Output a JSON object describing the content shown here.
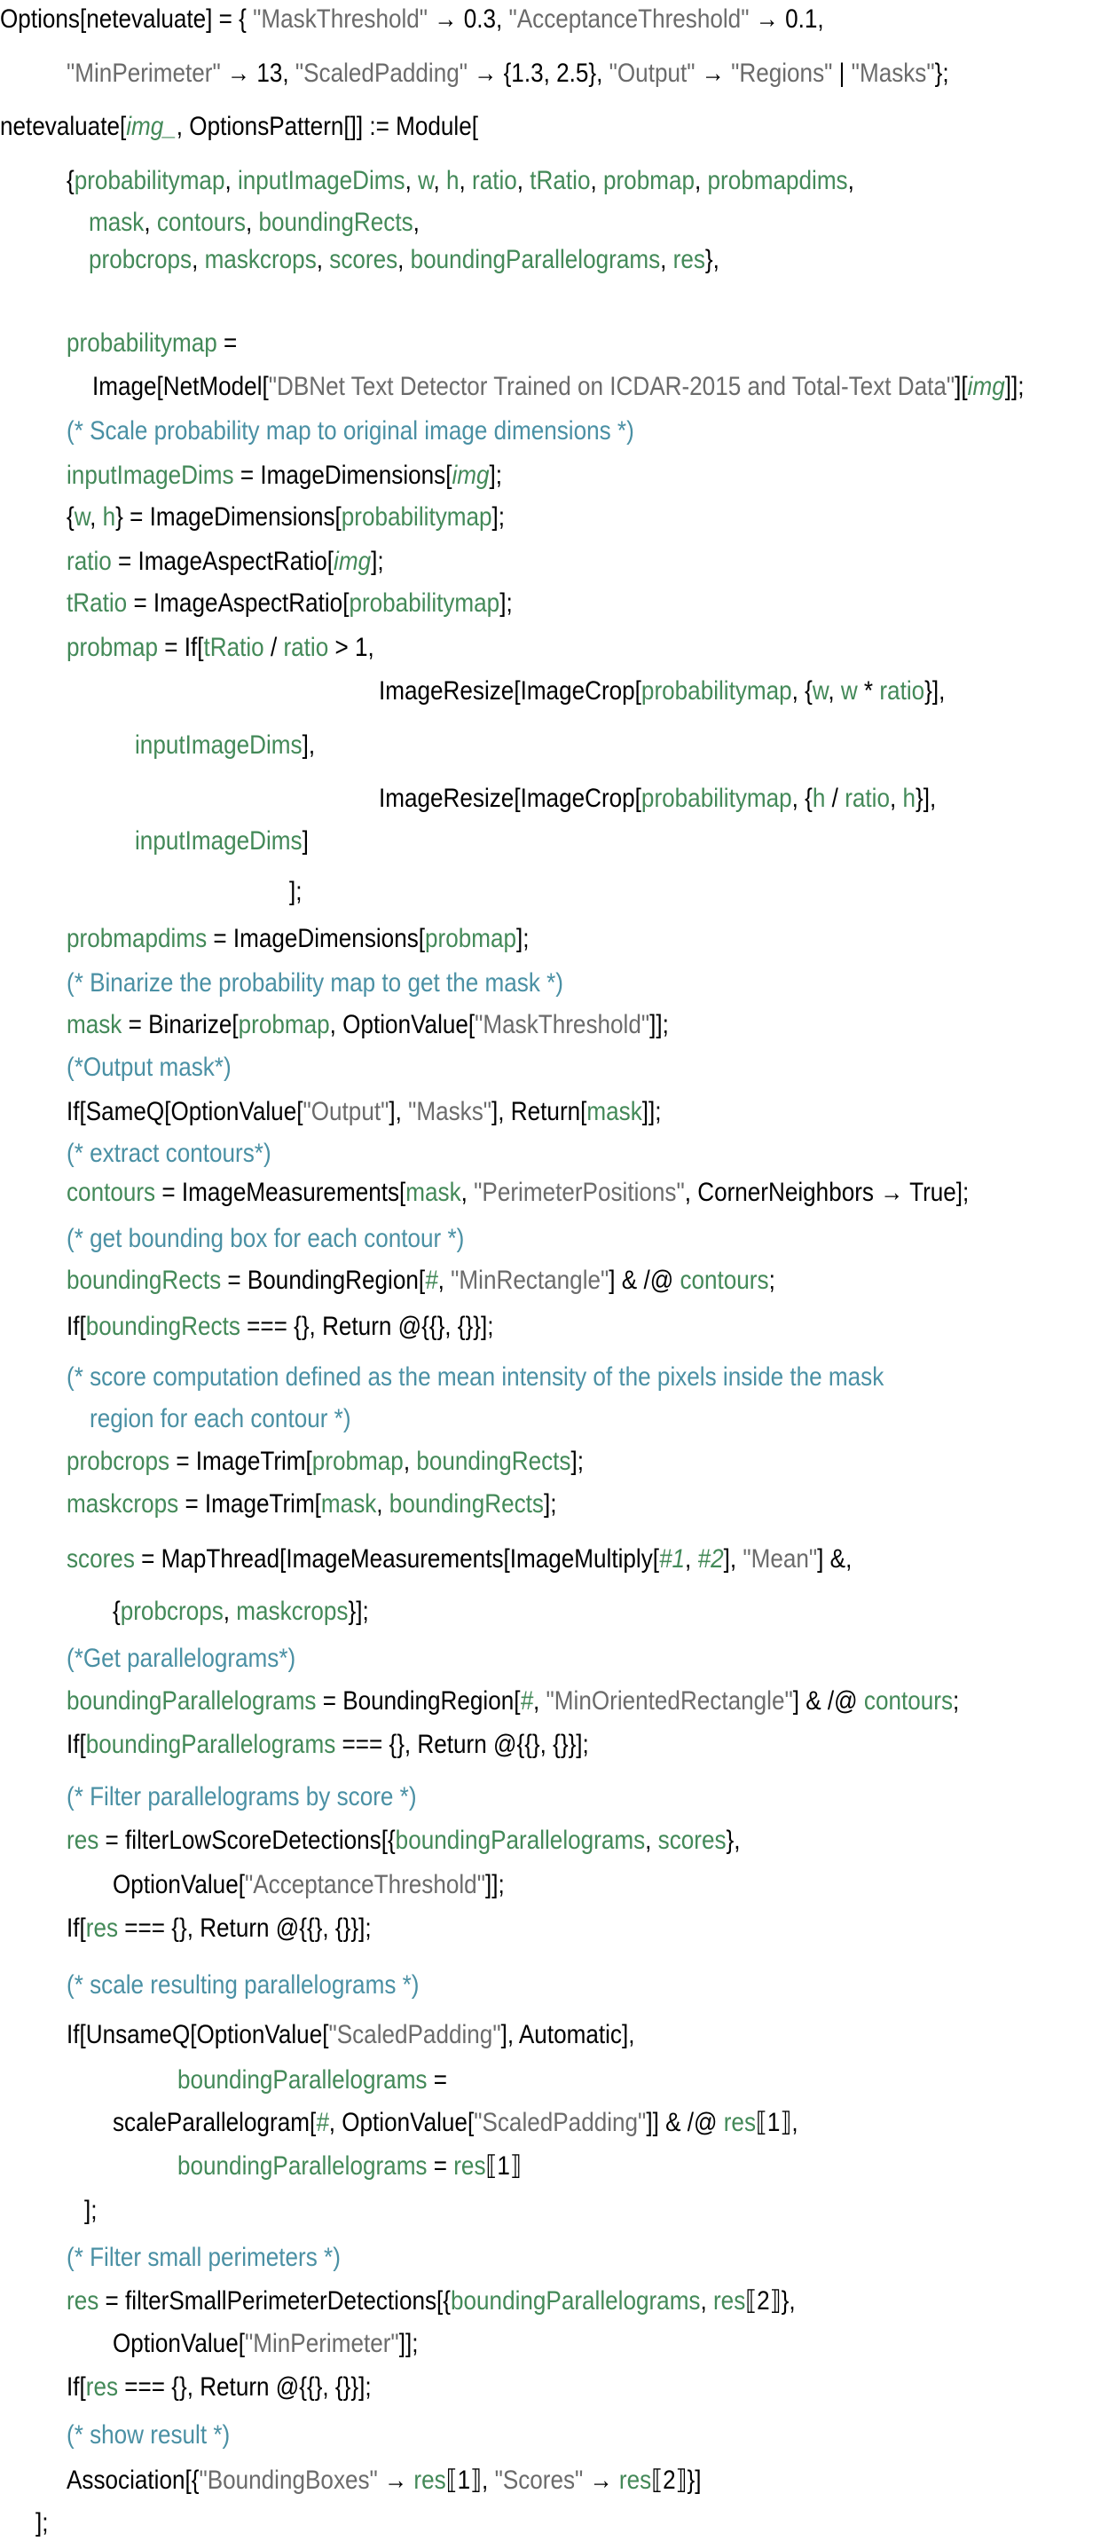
{
  "colors": {
    "symbol": "#000000",
    "variable": "#438958",
    "string": "#6b6b6b",
    "comment": "#4a90a4"
  },
  "code": {
    "lines": [
      [
        [
          "k",
          "Options[netevaluate] = { "
        ],
        [
          "s",
          "\"MaskThreshold\""
        ],
        [
          "k",
          " → 0.3, "
        ],
        [
          "s",
          "\"AcceptanceThreshold\""
        ],
        [
          "k",
          " → 0.1,"
        ]
      ],
      [
        [
          "s",
          "\"MinPerimeter\""
        ],
        [
          "k",
          " → 13, "
        ],
        [
          "s",
          "\"ScaledPadding\""
        ],
        [
          "k",
          " → {1.3, 2.5}, "
        ],
        [
          "s",
          "\"Output\""
        ],
        [
          "k",
          " → "
        ],
        [
          "s",
          "\"Regions\""
        ],
        [
          "k",
          " | "
        ],
        [
          "s",
          "\"Masks\""
        ],
        [
          "k",
          "};"
        ]
      ],
      [
        [
          "k",
          "netevaluate["
        ],
        [
          "vi",
          "img_"
        ],
        [
          "k",
          ", OptionsPattern[]] := Module["
        ]
      ],
      [
        [
          "k",
          "{"
        ],
        [
          "v",
          "probabilitymap"
        ],
        [
          "k",
          ", "
        ],
        [
          "v",
          "inputImageDims"
        ],
        [
          "k",
          ", "
        ],
        [
          "v",
          "w"
        ],
        [
          "k",
          ", "
        ],
        [
          "v",
          "h"
        ],
        [
          "k",
          ", "
        ],
        [
          "v",
          "ratio"
        ],
        [
          "k",
          ", "
        ],
        [
          "v",
          "tRatio"
        ],
        [
          "k",
          ", "
        ],
        [
          "v",
          "probmap"
        ],
        [
          "k",
          ", "
        ],
        [
          "v",
          "probmapdims"
        ],
        [
          "k",
          ","
        ]
      ],
      [
        [
          "v",
          "mask"
        ],
        [
          "k",
          ", "
        ],
        [
          "v",
          "contours"
        ],
        [
          "k",
          ", "
        ],
        [
          "v",
          "boundingRects"
        ],
        [
          "k",
          ","
        ]
      ],
      [
        [
          "v",
          "probcrops"
        ],
        [
          "k",
          ", "
        ],
        [
          "v",
          "maskcrops"
        ],
        [
          "k",
          ", "
        ],
        [
          "v",
          "scores"
        ],
        [
          "k",
          ", "
        ],
        [
          "v",
          "boundingParallelograms"
        ],
        [
          "k",
          ", "
        ],
        [
          "v",
          "res"
        ],
        [
          "k",
          "},"
        ]
      ],
      [
        [
          "v",
          "probabilitymap"
        ],
        [
          "k",
          " ="
        ]
      ],
      [
        [
          "k",
          "Image[NetModel["
        ],
        [
          "s",
          "\"DBNet Text Detector Trained on ICDAR-2015 and Total-Text Data\""
        ],
        [
          "k",
          "]["
        ],
        [
          "vi",
          "img"
        ],
        [
          "k",
          "]];"
        ]
      ],
      [
        [
          "c",
          "(* Scale probability map to original image dimensions *)"
        ]
      ],
      [
        [
          "v",
          "inputImageDims"
        ],
        [
          "k",
          " = ImageDimensions["
        ],
        [
          "vi",
          "img"
        ],
        [
          "k",
          "];"
        ]
      ],
      [
        [
          "k",
          "{"
        ],
        [
          "v",
          "w"
        ],
        [
          "k",
          ", "
        ],
        [
          "v",
          "h"
        ],
        [
          "k",
          "} = ImageDimensions["
        ],
        [
          "v",
          "probabilitymap"
        ],
        [
          "k",
          "];"
        ]
      ],
      [
        [
          "v",
          "ratio"
        ],
        [
          "k",
          " = ImageAspectRatio["
        ],
        [
          "vi",
          "img"
        ],
        [
          "k",
          "];"
        ]
      ],
      [
        [
          "v",
          "tRatio"
        ],
        [
          "k",
          " = ImageAspectRatio["
        ],
        [
          "v",
          "probabilitymap"
        ],
        [
          "k",
          "];"
        ]
      ],
      [
        [
          "v",
          "probmap"
        ],
        [
          "k",
          " = If["
        ],
        [
          "v",
          "tRatio"
        ],
        [
          "k",
          " / "
        ],
        [
          "v",
          "ratio"
        ],
        [
          "k",
          " > 1,"
        ]
      ],
      [
        [
          "k",
          "ImageResize[ImageCrop["
        ],
        [
          "v",
          "probabilitymap"
        ],
        [
          "k",
          ", {"
        ],
        [
          "v",
          "w"
        ],
        [
          "k",
          ", "
        ],
        [
          "v",
          "w"
        ],
        [
          "k",
          " * "
        ],
        [
          "v",
          "ratio"
        ],
        [
          "k",
          "}],"
        ]
      ],
      [
        [
          "v",
          "inputImageDims"
        ],
        [
          "k",
          "],"
        ]
      ],
      [
        [
          "k",
          "ImageResize[ImageCrop["
        ],
        [
          "v",
          "probabilitymap"
        ],
        [
          "k",
          ", {"
        ],
        [
          "v",
          "h"
        ],
        [
          "k",
          " / "
        ],
        [
          "v",
          "ratio"
        ],
        [
          "k",
          ", "
        ],
        [
          "v",
          "h"
        ],
        [
          "k",
          "}],"
        ]
      ],
      [
        [
          "v",
          "inputImageDims"
        ],
        [
          "k",
          "]"
        ]
      ],
      [
        [
          "k",
          "];"
        ]
      ],
      [
        [
          "v",
          "probmapdims"
        ],
        [
          "k",
          " = ImageDimensions["
        ],
        [
          "v",
          "probmap"
        ],
        [
          "k",
          "];"
        ]
      ],
      [
        [
          "c",
          "(* Binarize the probability map to get the mask *)"
        ]
      ],
      [
        [
          "v",
          "mask"
        ],
        [
          "k",
          " = Binarize["
        ],
        [
          "v",
          "probmap"
        ],
        [
          "k",
          ", OptionValue["
        ],
        [
          "s",
          "\"MaskThreshold\""
        ],
        [
          "k",
          "]];"
        ]
      ],
      [
        [
          "c",
          "(*Output mask*)"
        ]
      ],
      [
        [
          "k",
          "If[SameQ[OptionValue["
        ],
        [
          "s",
          "\"Output\""
        ],
        [
          "k",
          "], "
        ],
        [
          "s",
          "\"Masks\""
        ],
        [
          "k",
          "], Return["
        ],
        [
          "v",
          "mask"
        ],
        [
          "k",
          "]];"
        ]
      ],
      [
        [
          "c",
          "(* extract contours*)"
        ]
      ],
      [
        [
          "v",
          "contours"
        ],
        [
          "k",
          " = ImageMeasurements["
        ],
        [
          "v",
          "mask"
        ],
        [
          "k",
          ", "
        ],
        [
          "s",
          "\"PerimeterPositions\""
        ],
        [
          "k",
          ", CornerNeighbors → True];"
        ]
      ],
      [
        [
          "c",
          "(* get bounding box for each contour *)"
        ]
      ],
      [
        [
          "v",
          "boundingRects"
        ],
        [
          "k",
          " = BoundingRegion["
        ],
        [
          "vi",
          "#"
        ],
        [
          "k",
          ", "
        ],
        [
          "s",
          "\"MinRectangle\""
        ],
        [
          "k",
          "] & /@ "
        ],
        [
          "v",
          "contours"
        ],
        [
          "k",
          ";"
        ]
      ],
      [
        [
          "k",
          "If["
        ],
        [
          "v",
          "boundingRects"
        ],
        [
          "k",
          " === {}, Return @{{}, {}}];"
        ]
      ],
      [
        [
          "c",
          "(* score computation defined as the mean intensity of the pixels inside the mask"
        ]
      ],
      [
        [
          "c",
          "region for each contour *)"
        ]
      ],
      [
        [
          "v",
          "probcrops"
        ],
        [
          "k",
          " = ImageTrim["
        ],
        [
          "v",
          "probmap"
        ],
        [
          "k",
          ", "
        ],
        [
          "v",
          "boundingRects"
        ],
        [
          "k",
          "];"
        ]
      ],
      [
        [
          "v",
          "maskcrops"
        ],
        [
          "k",
          " = ImageTrim["
        ],
        [
          "v",
          "mask"
        ],
        [
          "k",
          ", "
        ],
        [
          "v",
          "boundingRects"
        ],
        [
          "k",
          "];"
        ]
      ],
      [
        [
          "v",
          "scores"
        ],
        [
          "k",
          " = MapThread[ImageMeasurements[ImageMultiply["
        ],
        [
          "vi",
          "#1"
        ],
        [
          "k",
          ", "
        ],
        [
          "vi",
          "#2"
        ],
        [
          "k",
          "], "
        ],
        [
          "s",
          "\"Mean\""
        ],
        [
          "k",
          "] &,"
        ]
      ],
      [
        [
          "k",
          "{"
        ],
        [
          "v",
          "probcrops"
        ],
        [
          "k",
          ", "
        ],
        [
          "v",
          "maskcrops"
        ],
        [
          "k",
          "}];"
        ]
      ],
      [
        [
          "c",
          "(*Get parallelograms*)"
        ]
      ],
      [
        [
          "v",
          "boundingParallelograms"
        ],
        [
          "k",
          " = BoundingRegion["
        ],
        [
          "vi",
          "#"
        ],
        [
          "k",
          ", "
        ],
        [
          "s",
          "\"MinOrientedRectangle\""
        ],
        [
          "k",
          "] & /@ "
        ],
        [
          "v",
          "contours"
        ],
        [
          "k",
          ";"
        ]
      ],
      [
        [
          "k",
          "If["
        ],
        [
          "v",
          "boundingParallelograms"
        ],
        [
          "k",
          " === {}, Return @{{}, {}}];"
        ]
      ],
      [
        [
          "c",
          "(* Filter parallelograms by score *)"
        ]
      ],
      [
        [
          "v",
          "res"
        ],
        [
          "k",
          " = filterLowScoreDetections[{"
        ],
        [
          "v",
          "boundingParallelograms"
        ],
        [
          "k",
          ", "
        ],
        [
          "v",
          "scores"
        ],
        [
          "k",
          "},"
        ]
      ],
      [
        [
          "k",
          "OptionValue["
        ],
        [
          "s",
          "\"AcceptanceThreshold\""
        ],
        [
          "k",
          "]];"
        ]
      ],
      [
        [
          "k",
          "If["
        ],
        [
          "v",
          "res"
        ],
        [
          "k",
          " === {}, Return @{{}, {}}];"
        ]
      ],
      [
        [
          "c",
          "(* scale resulting parallelograms *)"
        ]
      ],
      [
        [
          "k",
          "If[UnsameQ[OptionValue["
        ],
        [
          "s",
          "\"ScaledPadding\""
        ],
        [
          "k",
          "], Automatic],"
        ]
      ],
      [
        [
          "v",
          "boundingParallelograms"
        ],
        [
          "k",
          " ="
        ]
      ],
      [
        [
          "k",
          "scaleParallelogram["
        ],
        [
          "vi",
          "#"
        ],
        [
          "k",
          ", OptionValue["
        ],
        [
          "s",
          "\"ScaledPadding\""
        ],
        [
          "k",
          "]] & /@ "
        ],
        [
          "v",
          "res"
        ],
        [
          "k",
          "⟦1⟧,"
        ]
      ],
      [
        [
          "v",
          "boundingParallelograms"
        ],
        [
          "k",
          " = "
        ],
        [
          "v",
          "res"
        ],
        [
          "k",
          "⟦1⟧"
        ]
      ],
      [
        [
          "k",
          "];"
        ]
      ],
      [
        [
          "c",
          "(* Filter small perimeters *)"
        ]
      ],
      [
        [
          "v",
          "res"
        ],
        [
          "k",
          " = filterSmallPerimeterDetections[{"
        ],
        [
          "v",
          "boundingParallelograms"
        ],
        [
          "k",
          ", "
        ],
        [
          "v",
          "res"
        ],
        [
          "k",
          "⟦2⟧},"
        ]
      ],
      [
        [
          "k",
          "OptionValue["
        ],
        [
          "s",
          "\"MinPerimeter\""
        ],
        [
          "k",
          "]];"
        ]
      ],
      [
        [
          "k",
          "If["
        ],
        [
          "v",
          "res"
        ],
        [
          "k",
          " === {}, Return @{{}, {}}];"
        ]
      ],
      [
        [
          "c",
          "(* show result *)"
        ]
      ],
      [
        [
          "k",
          "Association[{"
        ],
        [
          "s",
          "\"BoundingBoxes\""
        ],
        [
          "k",
          " → "
        ],
        [
          "v",
          "res"
        ],
        [
          "k",
          "⟦1⟧, "
        ],
        [
          "s",
          "\"Scores\""
        ],
        [
          "k",
          " → "
        ],
        [
          "v",
          "res"
        ],
        [
          "k",
          "⟦2⟧}]"
        ]
      ],
      [
        [
          "k",
          "];"
        ]
      ]
    ]
  }
}
